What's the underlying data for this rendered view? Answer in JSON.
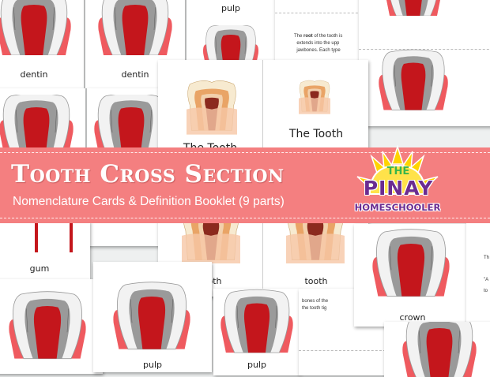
{
  "banner": {
    "title": "Tooth Cross Section",
    "subtitle": "Nomenclature Cards & Definition Booklet (9 parts)"
  },
  "logo": {
    "line1": "THE",
    "line2": "PINAY",
    "line3": "HOMESCHOOLER"
  },
  "cards": {
    "dentin_1": "dentin",
    "dentin_2": "dentin",
    "pulp_top": "pulp",
    "tooth_title_1": "The Tooth",
    "tooth_title_2": "The Tooth",
    "gum": "gum",
    "tooth_1": "tooth",
    "tooth_2": "tooth",
    "pulp_1": "pulp",
    "pulp_2": "pulp",
    "crown": "crown"
  },
  "booklet": {
    "root_text_1": "The",
    "root_word": "root",
    "root_text_2": "of the tooth is",
    "root_line2": "extends into the upp",
    "root_line3": "jawbones.  Each type",
    "bones_line1": "bones of the",
    "bones_line2": "the tooth tig",
    "right_frag_1": "Th",
    "right_frag_2": "\"A",
    "right_frag_3": "to"
  },
  "colors": {
    "banner": "#f47f80",
    "gum": "#ef5a5f",
    "pulp": "#c4161c",
    "enamel": "#f4f4f4",
    "dentin_gray": "#8a8a8a",
    "logo_yellow": "#ffd400",
    "logo_purple": "#6b2c91",
    "logo_green": "#39b54a"
  }
}
